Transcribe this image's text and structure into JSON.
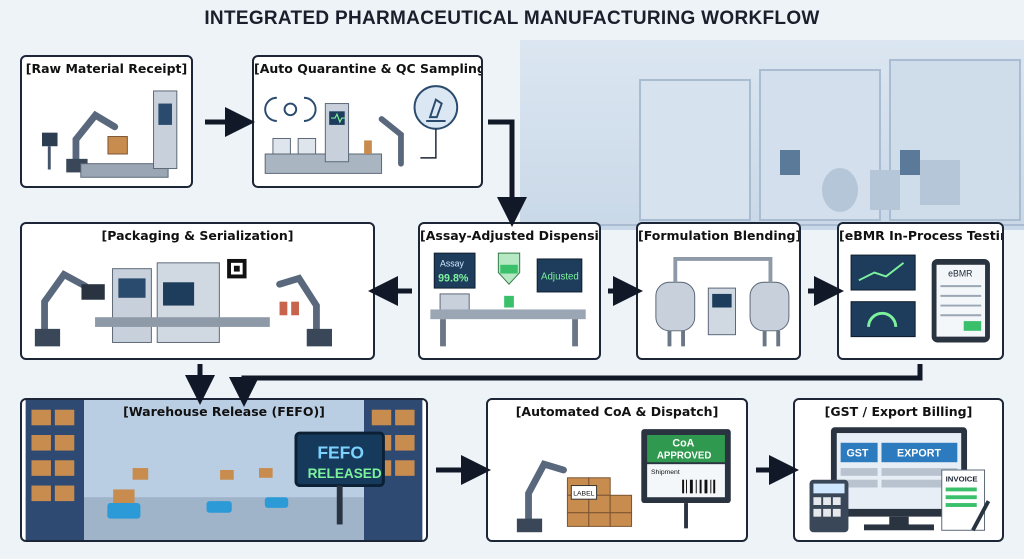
{
  "title": "INTEGRATED PHARMACEUTICAL MANUFACTURING WORKFLOW",
  "steps": {
    "raw_material": "[Raw Material Receipt]",
    "quarantine": "[Auto Quarantine & QC Sampling]",
    "packaging": "[Packaging & Serialization]",
    "dispensing": "[Assay-Adjusted Dispensing]",
    "blending": "[Formulation Blending]",
    "ebmr": "[eBMR In-Process Testing]",
    "warehouse": "[Warehouse Release (FEFO)]",
    "coa": "[Automated CoA & Dispatch]",
    "billing": "[GST / Export Billing]"
  },
  "screens": {
    "assay_label": "Assay",
    "assay_value": "99.8%",
    "adjusted": "Adjusted",
    "ebmr": "eBMR",
    "fefo_line1": "FEFO",
    "fefo_line2": "RELEASED",
    "coa_line1": "CoA",
    "coa_line2": "APPROVED",
    "shipment": "Shipment",
    "label": "LABEL",
    "gst": "GST",
    "export": "EXPORT",
    "invoice": "INVOICE"
  },
  "colors": {
    "border": "#1c2636",
    "arrow": "#111827",
    "screen": "#1e3d5c",
    "screen_text": "#7cf29c",
    "steel": "#b9c3cf",
    "box_brown": "#c98c4f"
  }
}
